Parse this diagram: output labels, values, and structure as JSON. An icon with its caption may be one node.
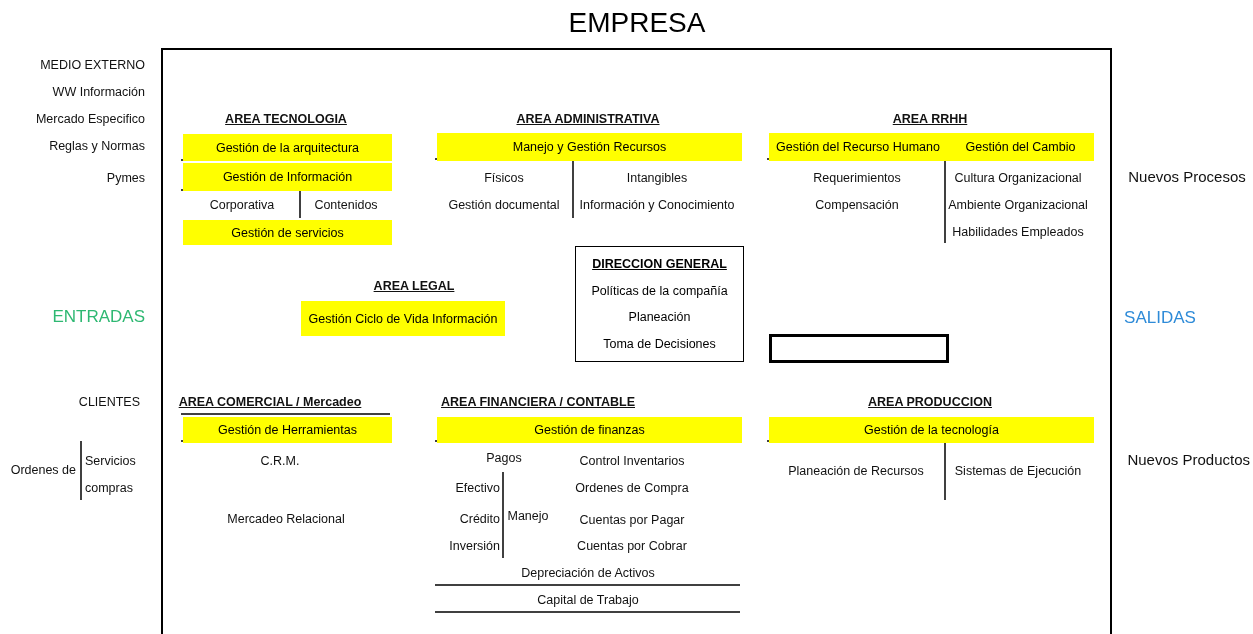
{
  "diagram": {
    "title": "EMPRESA",
    "nodes": [
      {
        "text": [],
        "shape": "box"
      },
      {
        "text": [
          "Gestión de la arquitectura"
        ],
        "in": 0
      },
      {
        "text": [
          "Gestión de Información"
        ],
        "in": 0
      },
      {
        "text": [
          "Gestión de servicios"
        ],
        "in": 0
      },
      {
        "text": [
          "Manejo y Gestión Recursos"
        ],
        "in": 0
      },
      {
        "text": [
          "Gestión del Recurso Humano"
        ],
        "in": 0
      },
      {
        "text": [
          "Gestión  del Cambio"
        ],
        "in": 0
      },
      {
        "text": [
          "Gestión Ciclo de Vida Información"
        ],
        "in": 0
      },
      {
        "text": [
          "DIRECCION GENERAL",
          "Políticas de la compañía",
          "Planeación",
          "Toma de Decisiones"
        ],
        "in": 0
      },
      {
        "text": [],
        "shape": "box",
        "in": 0
      },
      {
        "text": [
          "Gestión de Herramientas"
        ],
        "in": 0
      },
      {
        "text": [
          "Gestión de finanzas"
        ],
        "in": 0
      },
      {
        "text": [
          "Gestión de la tecnología"
        ],
        "in": 0
      }
    ],
    "labels": [
      "MEDIO EXTERNO",
      "WW Información",
      "Mercado Especifico",
      "AREA TECNOLOGIA",
      "AREA ADMINISTRATIVA",
      "AREA RRHH",
      "Reglas y Normas",
      "Pymes",
      "Físicos",
      "Intangibles",
      "Requerimientos",
      "Cultura Organizacional",
      "Nuevos Procesos",
      "Corporativa",
      "Contenidos",
      "Gestión documental",
      "Información y Conocimiento",
      "Compensación",
      "Ambiente Organizacional",
      "Habilidades Empleados",
      "AREA LEGAL",
      "ENTRADAS",
      "SALIDAS",
      "CLIENTES",
      "AREA COMERCIAL / Mercadeo",
      "AREA FINANCIERA / CONTABLE",
      "AREA PRODUCCION",
      "Ordenes de",
      "Servicios",
      "C.R.M.",
      "Pagos",
      "Control Inventarios",
      "Planeación de Recursos",
      "Sistemas de Ejecución",
      "Nuevos Productos",
      "compras",
      "Efectivo",
      "Ordenes de Compra",
      "Mercadeo Relacional",
      "Crédito",
      "Manejo",
      "Cuentas por Pagar",
      "Inversión",
      "Cuentas por Cobrar",
      "Depreciación de  Activos",
      "Capital de Trabajo"
    ]
  }
}
